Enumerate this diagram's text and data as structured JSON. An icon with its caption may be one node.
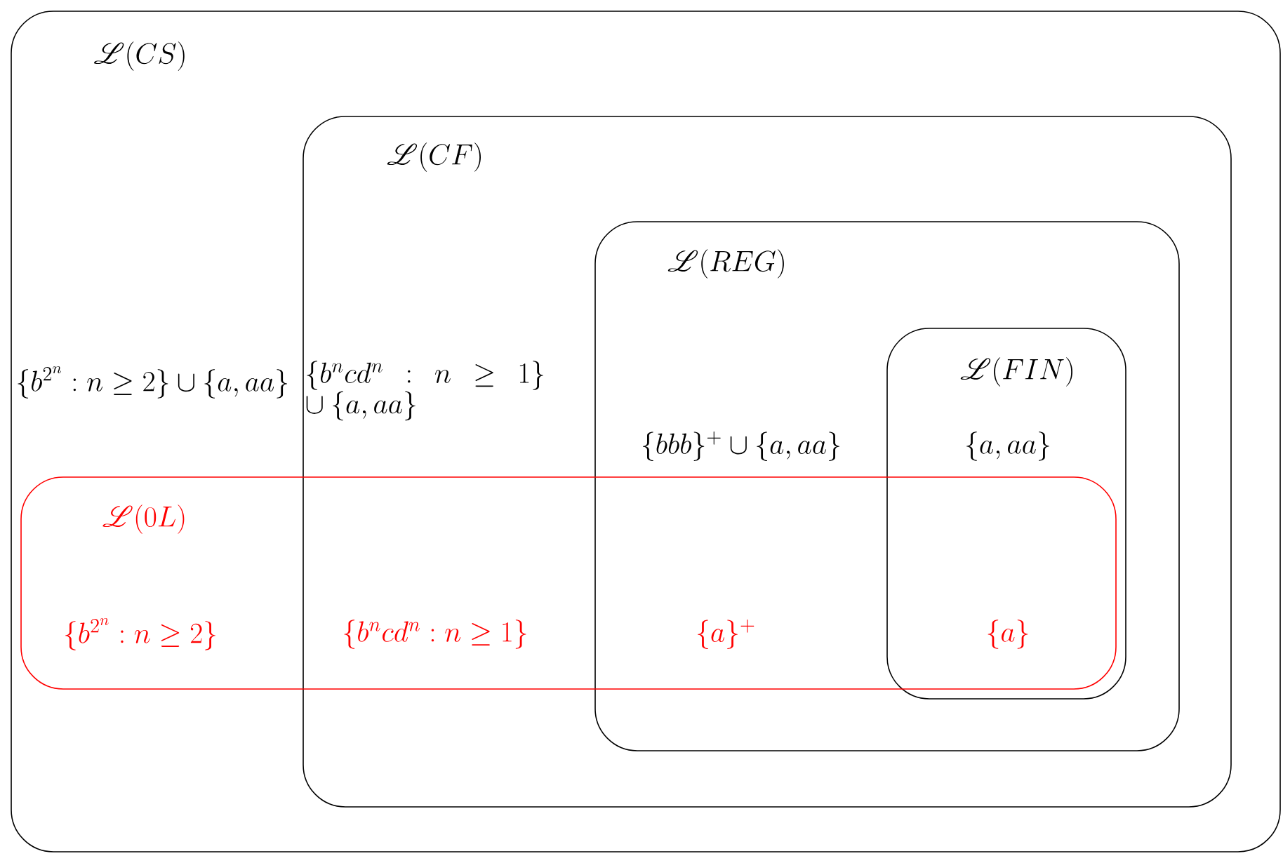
{
  "diagram": {
    "nodes": [
      {
        "text": [
          "\\mathscr{L}(CS)",
          "\\{b^{2^n} : n\\geq 2\\}\\allowbreak\\cup\\{a,aa\\}"
        ]
      },
      {
        "text": [
          "\\mathscr{L}(CF)",
          "\\{b^ncd^n : n\\geq 1\\}\\allowbreak\\cup\\{a,aa\\}"
        ],
        "in": 0
      },
      {
        "text": [
          "\\mathscr{L}(REG)",
          "\\{bbb\\}^+\\cup\\{a,aa\\}"
        ],
        "in": 1
      },
      {
        "text": [
          "\\mathscr{L}(FIN)",
          "\\{a,aa\\}"
        ],
        "in": 2
      },
      {
        "text": [
          "\\mathscr{L}(0L)",
          "\\{b^{2^n} : n\\geq 2\\}",
          "\\{b^ncd^n : n\\geq 1\\}",
          "\\{a\\}^+"
        ],
        "in": 0
      }
    ],
    "labels": [
      "\\{a\\}"
    ]
  }
}
